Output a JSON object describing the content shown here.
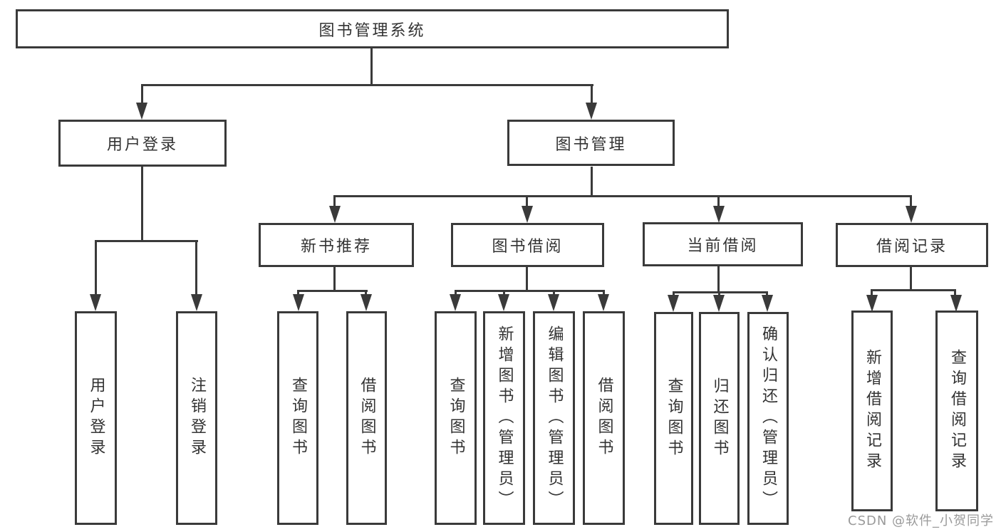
{
  "tree": {
    "root": "图书管理系统",
    "children": [
      {
        "label": "用户登录",
        "children": [
          "用户登录",
          "注销登录"
        ]
      },
      {
        "label": "图书管理",
        "children": [
          {
            "label": "新书推荐",
            "children": [
              "查询图书",
              "借阅图书"
            ]
          },
          {
            "label": "图书借阅",
            "children": [
              "查询图书",
              "新增图书（管理员）",
              "编辑图书（管理员）",
              "借阅图书"
            ]
          },
          {
            "label": "当前借阅",
            "children": [
              "查询图书",
              "归还图书",
              "确认归还（管理员）"
            ]
          },
          {
            "label": "借阅记录",
            "children": [
              "新增借阅记录",
              "查询借阅记录"
            ]
          }
        ]
      }
    ]
  },
  "watermark": "CSDN @软件_小贺同学",
  "colors": {
    "line": "#3a3a3a",
    "text": "#333333",
    "watermark": "#9a9a9a",
    "background": "#ffffff"
  }
}
